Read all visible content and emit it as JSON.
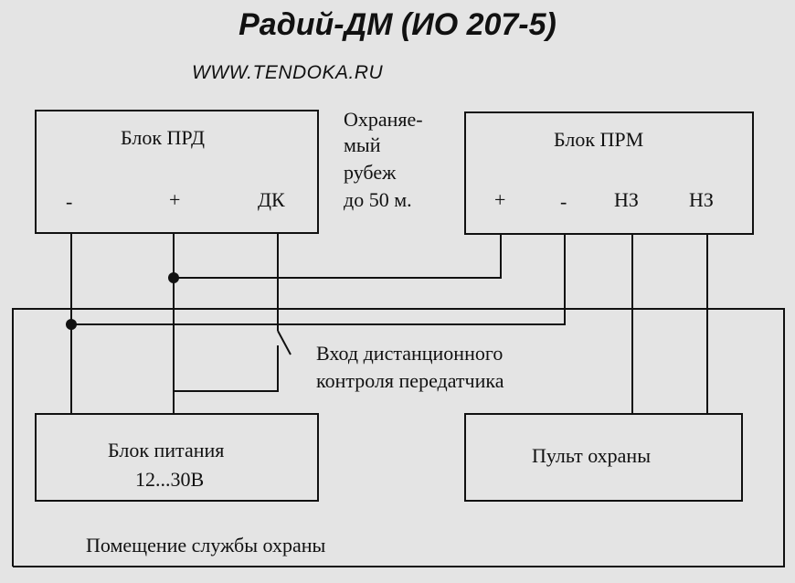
{
  "title": "Радий-ДМ (ИО 207-5)",
  "watermark": "WWW.TENDOKA.RU",
  "prd": {
    "label": "Блок ПРД",
    "minus": "-",
    "plus": "+",
    "dk": "ДК"
  },
  "prm": {
    "label": "Блок ПРМ",
    "plus": "+",
    "minus": "-",
    "nz1": "НЗ",
    "nz2": "НЗ"
  },
  "zone": {
    "line1": "Охраняе-",
    "line2": "мый",
    "line3": "рубеж",
    "line4": "до 50 м."
  },
  "dk_input": {
    "line1": "Вход дистанционного",
    "line2": "контроля передатчика"
  },
  "power": {
    "line1": "Блок питания",
    "line2": "12...30В"
  },
  "console": {
    "label": "Пульт охраны"
  },
  "room": {
    "label": "Помещение службы охраны"
  }
}
